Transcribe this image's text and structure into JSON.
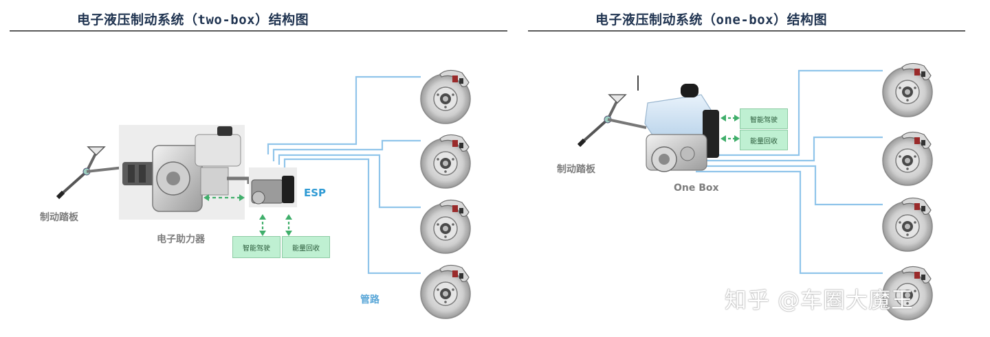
{
  "left_panel": {
    "title": "电子液压制动系统（two-box）结构图",
    "labels": {
      "pedal": "制动踏板",
      "booster": "电子助力器",
      "esp": "ESP",
      "pipeline": "管路"
    },
    "func_boxes": [
      "智能驾驶",
      "能量回收"
    ]
  },
  "right_panel": {
    "title": "电子液压制动系统（one-box）结构图",
    "labels": {
      "pedal": "制动踏板",
      "unit": "One Box"
    },
    "func_boxes": [
      "智能驾驶",
      "能量回收"
    ]
  },
  "watermark": "知乎 @车圈大魔王",
  "colors": {
    "title": "#1f3350",
    "pipe": "#8fc4ea",
    "arrow": "#3fae6a",
    "func_box_fill": "#bff0d2",
    "esp_text": "#2e9ad4"
  }
}
